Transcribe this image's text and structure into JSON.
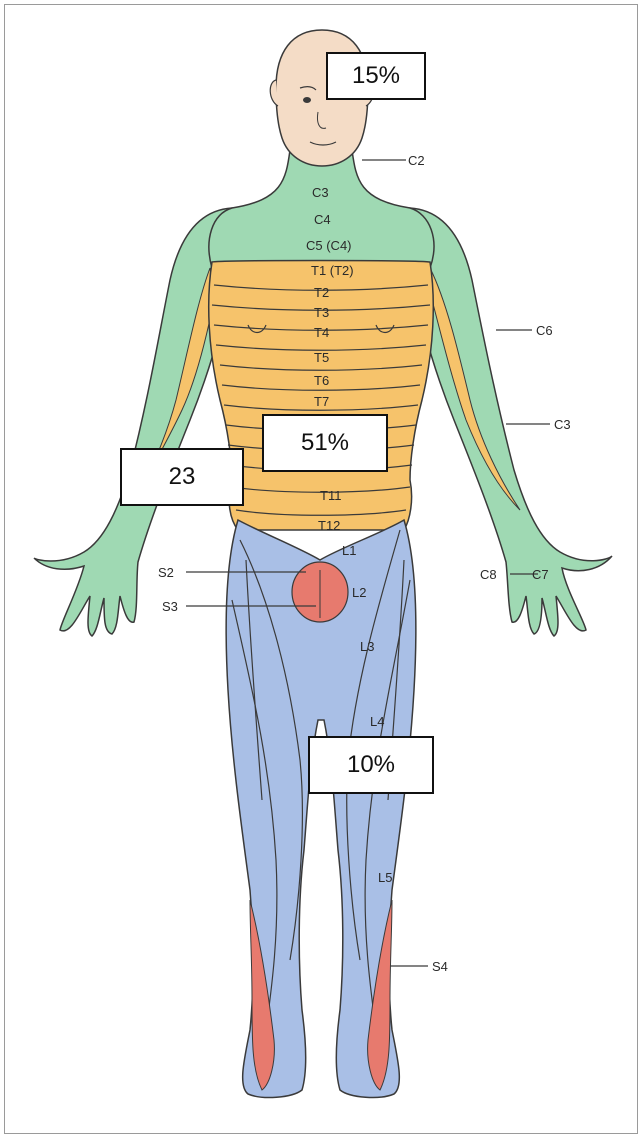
{
  "colors": {
    "cervical": "#9fd9b3",
    "thoracic": "#f6c36b",
    "lumbar": "#a9bfe6",
    "sacral": "#e77a6e",
    "skin": "#f4dcc6",
    "outline": "#3a3a3a"
  },
  "percent_labels": {
    "head": "15%",
    "trunk": "51%",
    "arm": "23",
    "legs": "10%"
  },
  "dermatome_labels": {
    "c2": "C2",
    "c3_neck": "C3",
    "c4": "C4",
    "c5": "C5 (C4)",
    "t1": "T1 (T2)",
    "t2": "T2",
    "t3": "T3",
    "t4": "T4",
    "t5": "T5",
    "t6": "T6",
    "t7": "T7",
    "t11": "T11",
    "t12": "T12",
    "c6": "C6",
    "c3_arm": "C3",
    "c8": "C8",
    "c7": "C7",
    "l1": "L1",
    "l2": "L2",
    "l3": "L3",
    "l4": "L4",
    "l5": "L5",
    "s2": "S2",
    "s3": "S3",
    "s4": "S4"
  }
}
